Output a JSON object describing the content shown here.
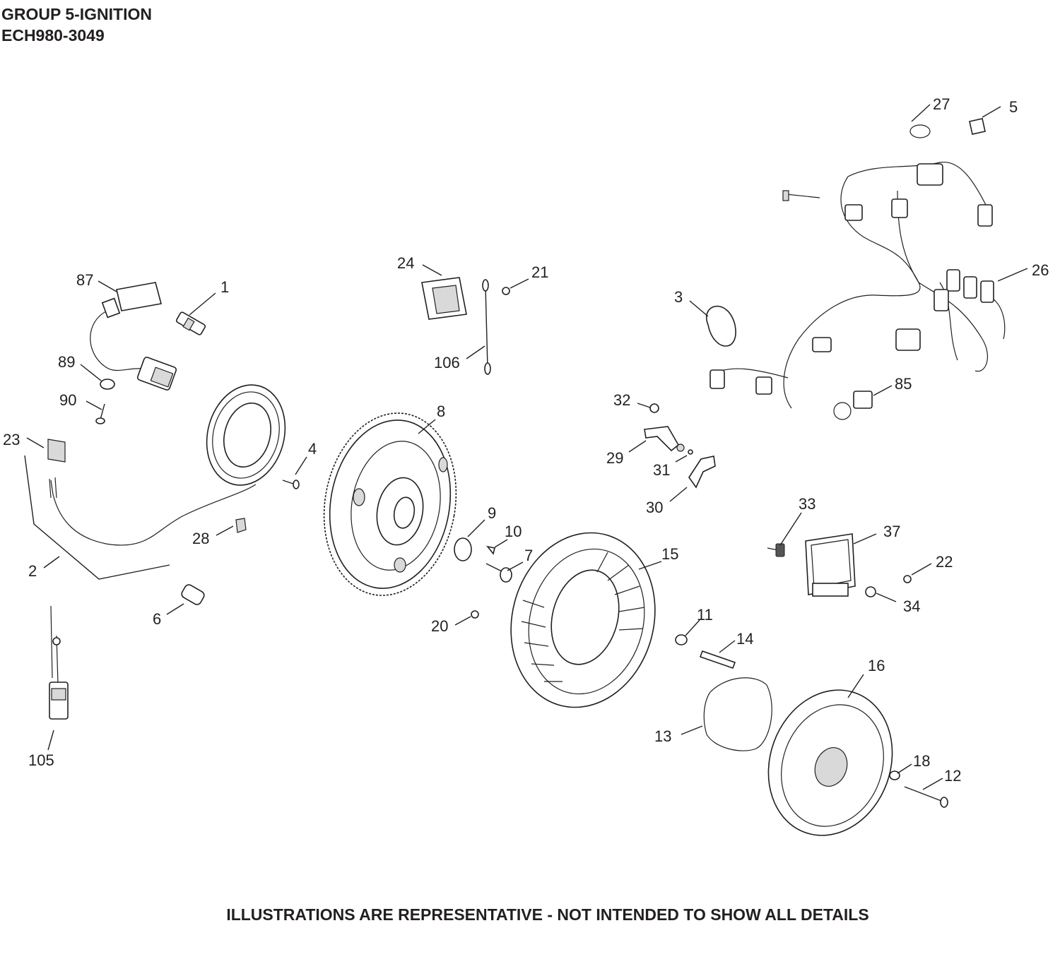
{
  "header": {
    "title": "GROUP 5-IGNITION",
    "model": "ECH980-3049"
  },
  "footer": {
    "note": "ILLUSTRATIONS ARE REPRESENTATIVE - NOT INTENDED TO SHOW ALL DETAILS"
  },
  "callouts": [
    "87",
    "1",
    "89",
    "90",
    "23",
    "4",
    "2",
    "28",
    "6",
    "105",
    "24",
    "21",
    "106",
    "8",
    "9",
    "10",
    "7",
    "20",
    "15",
    "32",
    "29",
    "31",
    "30",
    "3",
    "27",
    "5",
    "26",
    "85",
    "33",
    "37",
    "22",
    "34",
    "11",
    "14",
    "16",
    "13",
    "18",
    "12"
  ]
}
